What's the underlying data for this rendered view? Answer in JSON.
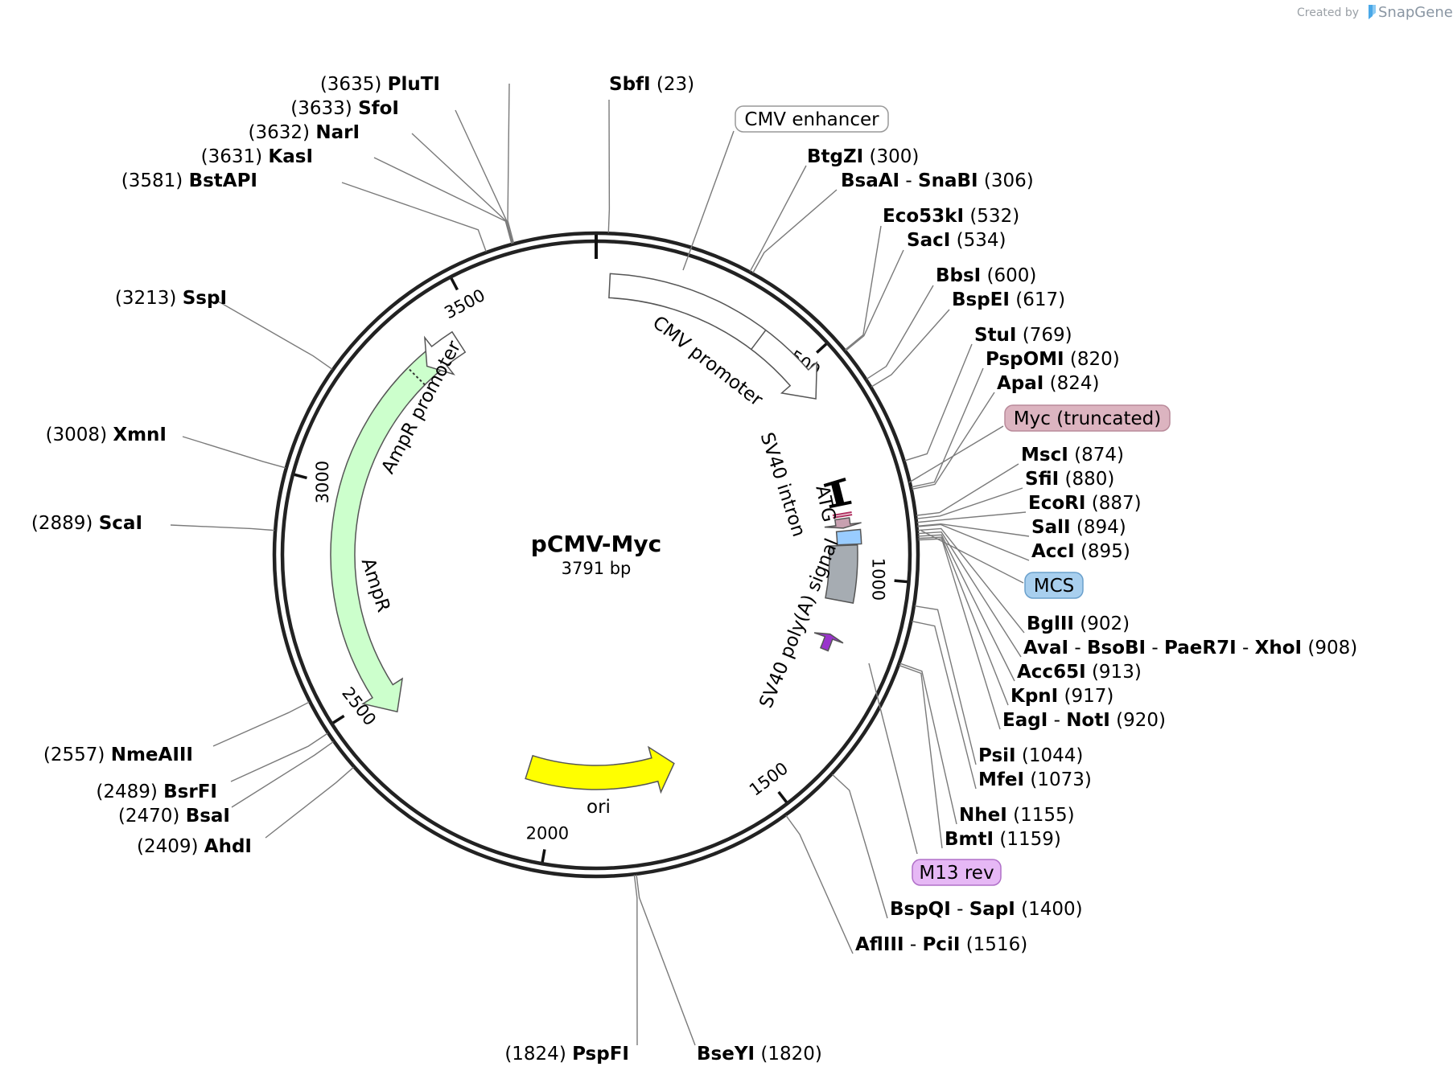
{
  "credit": {
    "created_by": "Created by",
    "brand": "SnapGene"
  },
  "plasmid": {
    "name": "pCMV-Myc",
    "length_label": "3791 bp"
  },
  "ticks": [
    "500",
    "1000",
    "1500",
    "2000",
    "2500",
    "3000",
    "3500"
  ],
  "features": [
    {
      "key": "cmv_promoter",
      "label": "CMV promoter",
      "color": "#ffffff"
    },
    {
      "key": "ampr_promoter",
      "label": "AmpR promoter",
      "color": "#ffffff"
    },
    {
      "key": "ampr",
      "label": "AmpR",
      "color": "#ccffcc"
    },
    {
      "key": "ori",
      "label": "ori",
      "color": "#ffff00"
    },
    {
      "key": "sv40_intron",
      "label": "SV40 intron",
      "color": "#000000"
    },
    {
      "key": "atg",
      "label": "ATG",
      "color": "#c8a0b0"
    },
    {
      "key": "sv40_polya",
      "label": "SV40 poly(A) signal",
      "color": "#a6acb2"
    }
  ],
  "boxed_labels": [
    {
      "key": "cmv_enhancer",
      "label": "CMV enhancer",
      "fill": "#ffffff",
      "stroke": "#999999"
    },
    {
      "key": "myc_truncated",
      "label": "Myc (truncated)",
      "fill": "#dcb4c0",
      "stroke": "#b98a9a"
    },
    {
      "key": "mcs",
      "label": "MCS",
      "fill": "#a8cfee",
      "stroke": "#6aa0cc"
    },
    {
      "key": "m13_rev",
      "label": "M13 rev",
      "fill": "#e6b8f5",
      "stroke": "#b070c8"
    }
  ],
  "sites": [
    {
      "names": [
        "PluTI"
      ],
      "pos": "(3635)"
    },
    {
      "names": [
        "SfoI"
      ],
      "pos": "(3633)"
    },
    {
      "names": [
        "NarI"
      ],
      "pos": "(3632)"
    },
    {
      "names": [
        "KasI"
      ],
      "pos": "(3631)"
    },
    {
      "names": [
        "BstAPI"
      ],
      "pos": "(3581)"
    },
    {
      "names": [
        "SbfI"
      ],
      "pos": "(23)"
    },
    {
      "names": [
        "BtgZI"
      ],
      "pos": "(300)"
    },
    {
      "names": [
        "BsaAI",
        "SnaBI"
      ],
      "pos": "(306)"
    },
    {
      "names": [
        "Eco53kI"
      ],
      "pos": "(532)"
    },
    {
      "names": [
        "SacI"
      ],
      "pos": "(534)"
    },
    {
      "names": [
        "BbsI"
      ],
      "pos": "(600)"
    },
    {
      "names": [
        "BspEI"
      ],
      "pos": "(617)"
    },
    {
      "names": [
        "StuI"
      ],
      "pos": "(769)"
    },
    {
      "names": [
        "PspOMI"
      ],
      "pos": "(820)"
    },
    {
      "names": [
        "ApaI"
      ],
      "pos": "(824)"
    },
    {
      "names": [
        "MscI"
      ],
      "pos": "(874)"
    },
    {
      "names": [
        "SfiI"
      ],
      "pos": "(880)"
    },
    {
      "names": [
        "EcoRI"
      ],
      "pos": "(887)"
    },
    {
      "names": [
        "SalI"
      ],
      "pos": "(894)"
    },
    {
      "names": [
        "AccI"
      ],
      "pos": "(895)"
    },
    {
      "names": [
        "BglII"
      ],
      "pos": "(902)"
    },
    {
      "names": [
        "AvaI",
        "BsoBI",
        "PaeR7I",
        "XhoI"
      ],
      "pos": "(908)"
    },
    {
      "names": [
        "Acc65I"
      ],
      "pos": "(913)"
    },
    {
      "names": [
        "KpnI"
      ],
      "pos": "(917)"
    },
    {
      "names": [
        "EagI",
        "NotI"
      ],
      "pos": "(920)"
    },
    {
      "names": [
        "PsiI"
      ],
      "pos": "(1044)"
    },
    {
      "names": [
        "MfeI"
      ],
      "pos": "(1073)"
    },
    {
      "names": [
        "NheI"
      ],
      "pos": "(1155)"
    },
    {
      "names": [
        "BmtI"
      ],
      "pos": "(1159)"
    },
    {
      "names": [
        "BspQI",
        "SapI"
      ],
      "pos": "(1400)"
    },
    {
      "names": [
        "AflIII",
        "PciI"
      ],
      "pos": "(1516)"
    },
    {
      "names": [
        "BseYI"
      ],
      "pos": "(1820)"
    },
    {
      "names": [
        "PspFI"
      ],
      "pos": "(1824)"
    },
    {
      "names": [
        "SspI"
      ],
      "pos": "(3213)"
    },
    {
      "names": [
        "XmnI"
      ],
      "pos": "(3008)"
    },
    {
      "names": [
        "ScaI"
      ],
      "pos": "(2889)"
    },
    {
      "names": [
        "NmeAIII"
      ],
      "pos": "(2557)"
    },
    {
      "names": [
        "BsrFI"
      ],
      "pos": "(2489)"
    },
    {
      "names": [
        "BsaI"
      ],
      "pos": "(2470)"
    },
    {
      "names": [
        "AhdI"
      ],
      "pos": "(2409)"
    }
  ]
}
